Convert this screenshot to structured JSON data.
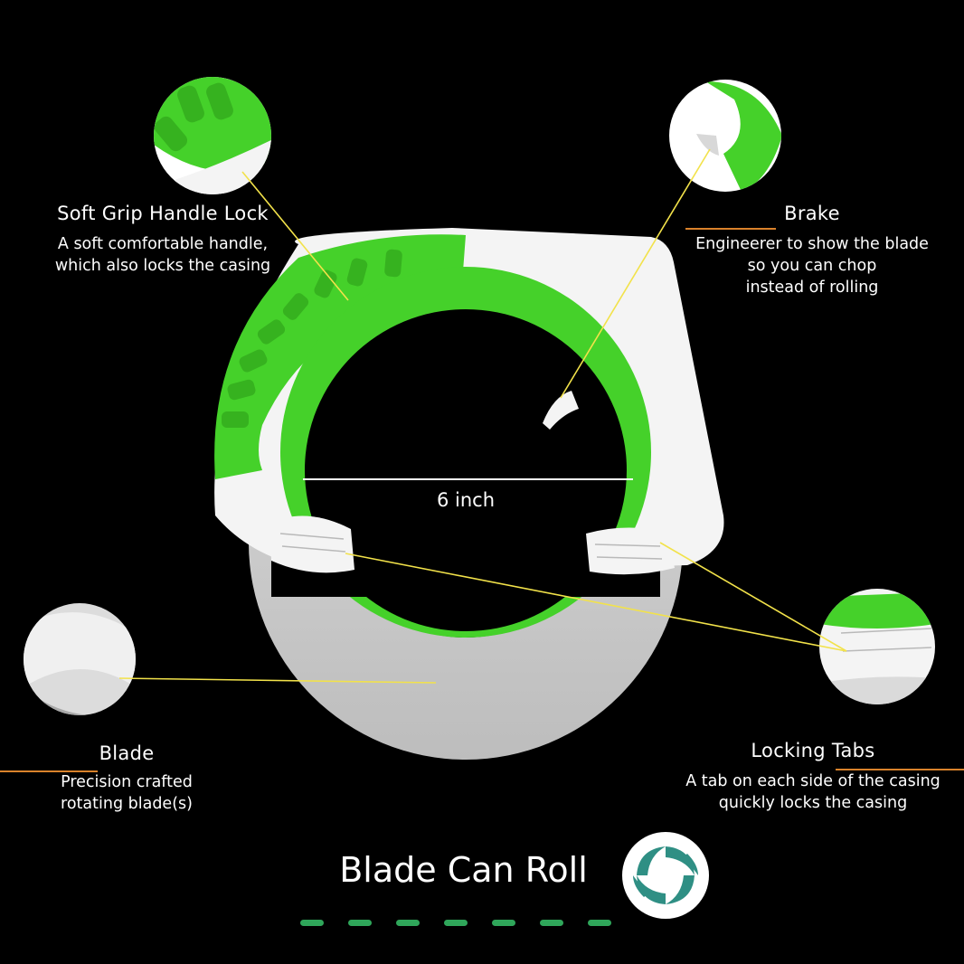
{
  "colors": {
    "background": "#000000",
    "accent_green": "#45d12a",
    "leader_line": "#f2e24a",
    "underline": "#d9822b",
    "casing": "#f3f3f3",
    "blade": "#c9c9c9",
    "logo_teal": "#2f8f84"
  },
  "callouts": {
    "grip": {
      "title": "Soft Grip Handle Lock",
      "desc_lines": [
        "A soft comfortable handle,",
        "which also locks the casing"
      ]
    },
    "brake": {
      "title": "Brake",
      "desc_lines": [
        "Engineerer to show the blade",
        "so you can chop",
        "instead of rolling"
      ]
    },
    "blade": {
      "title": "Blade",
      "desc_lines": [
        "Precision crafted",
        "rotating blade(s)"
      ]
    },
    "tabs": {
      "title": "Locking Tabs",
      "desc_lines": [
        "A tab on each side of the casing",
        "quickly locks the casing"
      ]
    }
  },
  "dimension": {
    "label": "6 inch"
  },
  "footer": {
    "headline": "Blade Can Roll",
    "logo_icon": "swirl-logo-icon",
    "progress_dashes": 7
  }
}
